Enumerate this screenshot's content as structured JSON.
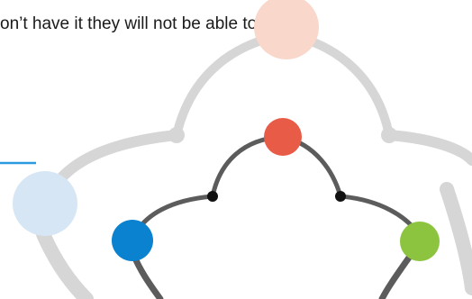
{
  "caption": "on’t have it they will not be able to",
  "colors": {
    "back_arcs": "#d6d6d6",
    "front_arcs": "#5c5c5c",
    "top_node_faint": "#f9d7cb",
    "left_node_faint": "#d7e6f5",
    "center_node": "#e85b47",
    "left_node": "#0a82d0",
    "right_node": "#8dc43f",
    "joint": "#111111",
    "accent_line": "#2a9be0"
  },
  "nodes": [
    {
      "name": "top-faint-node",
      "color_key": "top_node_faint"
    },
    {
      "name": "left-faint-node",
      "color_key": "left_node_faint"
    },
    {
      "name": "center-red-node",
      "color_key": "center_node"
    },
    {
      "name": "left-blue-node",
      "color_key": "left_node"
    },
    {
      "name": "right-green-node",
      "color_key": "right_node"
    }
  ]
}
